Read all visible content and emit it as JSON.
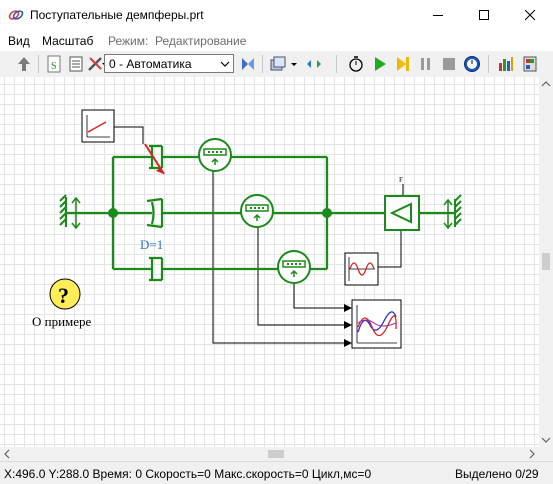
{
  "window": {
    "title": "Поступательные демпферы.prt"
  },
  "menu": {
    "items": [
      "Вид",
      "Масштаб"
    ],
    "mode_label": "Режим:",
    "mode_value": "Редактирование"
  },
  "toolbar": {
    "mode_select_value": "0 - Автоматика"
  },
  "diagram": {
    "damper_label": "D=1",
    "help_label": "О примере",
    "help_symbol": "?",
    "sensor_label": "F"
  },
  "status": {
    "coords": "X:496.0  Y:288.0",
    "time": "Время: 0",
    "speed": "Скорость=0",
    "max_speed": "Макс.скорость=0",
    "cycle": "Цикл,мс=0",
    "selected": "Выделено 0/29"
  },
  "colors": {
    "wire": "#1a8a1a",
    "signal": "#000000",
    "label_blue": "#2f6fbf",
    "help_fill": "#ffee55"
  }
}
